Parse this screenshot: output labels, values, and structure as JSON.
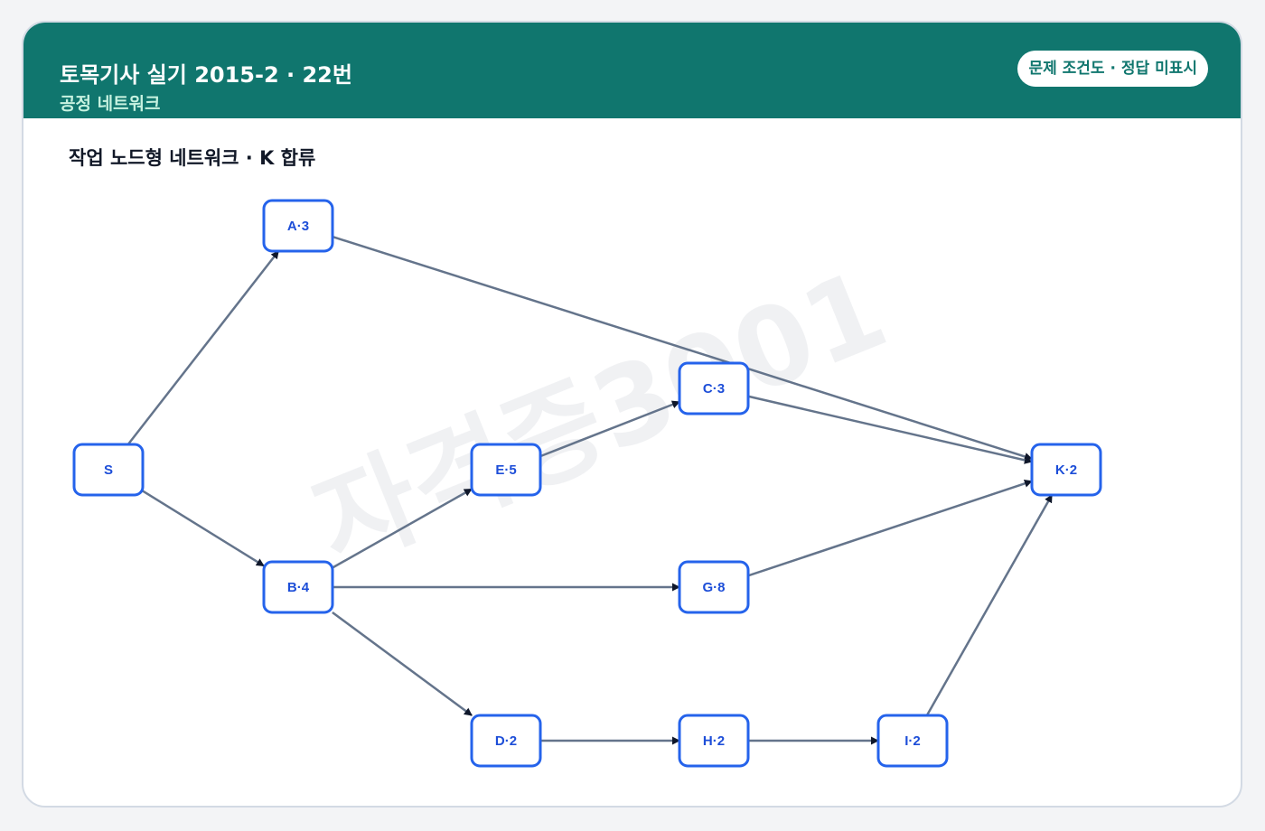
{
  "header": {
    "title": "토목기사 실기 2015-2 · 22번",
    "subtitle": "공정 네트워크",
    "badge": "문제 조건도 · 정답 미표시"
  },
  "diagram": {
    "title": "작업 노드형 네트워크 · K 합류",
    "watermark": "자격증3001",
    "nodes": [
      {
        "id": "S",
        "label": "S"
      },
      {
        "id": "A",
        "label": "A·3"
      },
      {
        "id": "B",
        "label": "B·4"
      },
      {
        "id": "E",
        "label": "E·5"
      },
      {
        "id": "C",
        "label": "C·3"
      },
      {
        "id": "G",
        "label": "G·8"
      },
      {
        "id": "D",
        "label": "D·2"
      },
      {
        "id": "H",
        "label": "H·2"
      },
      {
        "id": "I",
        "label": "I·2"
      },
      {
        "id": "K",
        "label": "K·2"
      }
    ],
    "edges": [
      {
        "from": "S",
        "to": "A"
      },
      {
        "from": "S",
        "to": "B"
      },
      {
        "from": "A",
        "to": "K"
      },
      {
        "from": "B",
        "to": "E"
      },
      {
        "from": "B",
        "to": "G"
      },
      {
        "from": "B",
        "to": "D"
      },
      {
        "from": "E",
        "to": "C"
      },
      {
        "from": "C",
        "to": "K"
      },
      {
        "from": "G",
        "to": "K"
      },
      {
        "from": "D",
        "to": "H"
      },
      {
        "from": "H",
        "to": "I"
      },
      {
        "from": "I",
        "to": "K"
      }
    ],
    "colors": {
      "header": "#10766e",
      "node_border": "#2563eb",
      "node_text": "#1d4ed8",
      "edge": "#64748b",
      "arrowhead": "#0f172a"
    }
  }
}
